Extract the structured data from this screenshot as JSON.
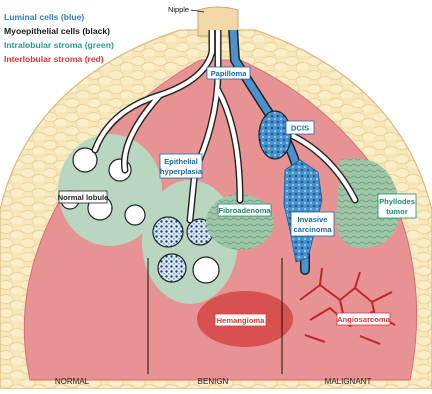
{
  "legend": {
    "items": [
      {
        "label": "Luminal cells (blue)",
        "color": "#2f7fc1"
      },
      {
        "label": "Myoepithelial cells (black)",
        "color": "#1a1a1a"
      },
      {
        "label": "Intralobular stroma (green)",
        "color": "#2e9c86"
      },
      {
        "label": "Interlobular stroma (red)",
        "color": "#d83a3a"
      }
    ]
  },
  "labels": {
    "nipple": "Nipple",
    "papilloma": "Papilloma",
    "dcis": "DCIS",
    "normal_lobule": "Normal lobule",
    "epithelial_hyperplasia": [
      "Epithelial",
      "hyperplasia"
    ],
    "fibroadenoma": "Fibroadenoma",
    "invasive_carcinoma": [
      "Invasive",
      "carcinoma"
    ],
    "phyllodes_tumor": [
      "Phyllodes",
      "tumor"
    ],
    "hemangioma": "Hemangioma",
    "angiosarcoma": "Angiosarcoma"
  },
  "regions": {
    "normal": "NORMAL",
    "benign": "BENIGN",
    "malignant": "MALIGNANT"
  },
  "colors": {
    "fat": "#f6e4b4",
    "stroma_red": "#e58585",
    "stroma_green": "#a7cbb3",
    "luminal_blue": "#2f7fc1",
    "duct_white": "#ffffff",
    "label_blue": "#1b6aa8",
    "label_green": "#1e8a6e",
    "label_red": "#d83a3a"
  }
}
